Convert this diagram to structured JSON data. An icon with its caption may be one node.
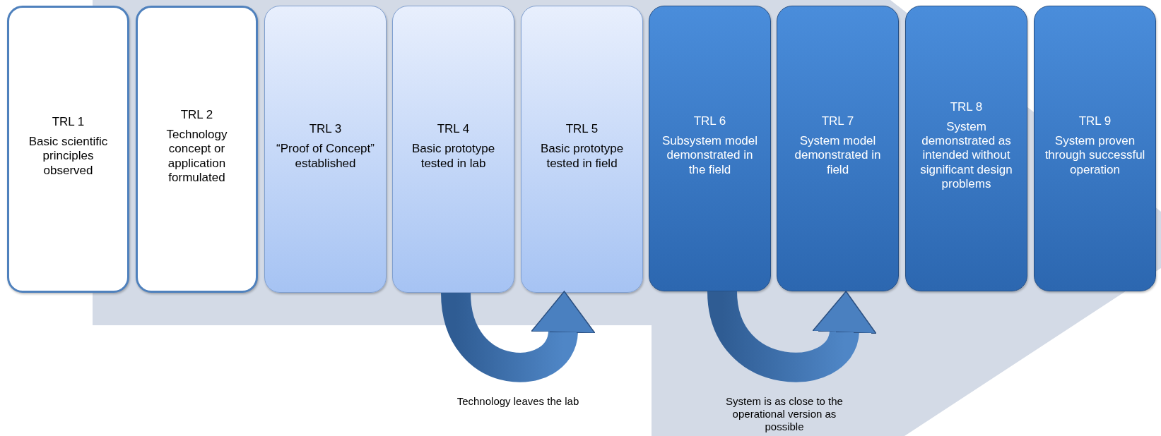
{
  "diagram": {
    "nodes": [
      {
        "text": [
          "TRL 1",
          "Basic scientific principles observed"
        ]
      },
      {
        "text": [
          "TRL 2",
          "Technology concept or application formulated"
        ]
      },
      {
        "text": [
          "TRL 3",
          "“Proof of Concept” established"
        ]
      },
      {
        "text": [
          "TRL 4",
          "Basic prototype tested in lab"
        ]
      },
      {
        "text": [
          "TRL 5",
          "Basic prototype tested in field"
        ]
      },
      {
        "text": [
          "TRL 6",
          "Subsystem model demonstrated in the field"
        ]
      },
      {
        "text": [
          "TRL 7",
          "System model demonstrated in field"
        ]
      },
      {
        "text": [
          "TRL 8",
          "System demonstrated as intended without significant design problems"
        ]
      },
      {
        "text": [
          "TRL 9",
          "System proven through successful operation"
        ]
      }
    ],
    "edges": [
      {
        "from": 3,
        "to": 4,
        "arrow": "to"
      },
      {
        "from": 5,
        "to": 6,
        "arrow": "to"
      }
    ],
    "labels": [
      "Technology leaves the lab",
      "System is as close to the operational version as possible"
    ]
  }
}
